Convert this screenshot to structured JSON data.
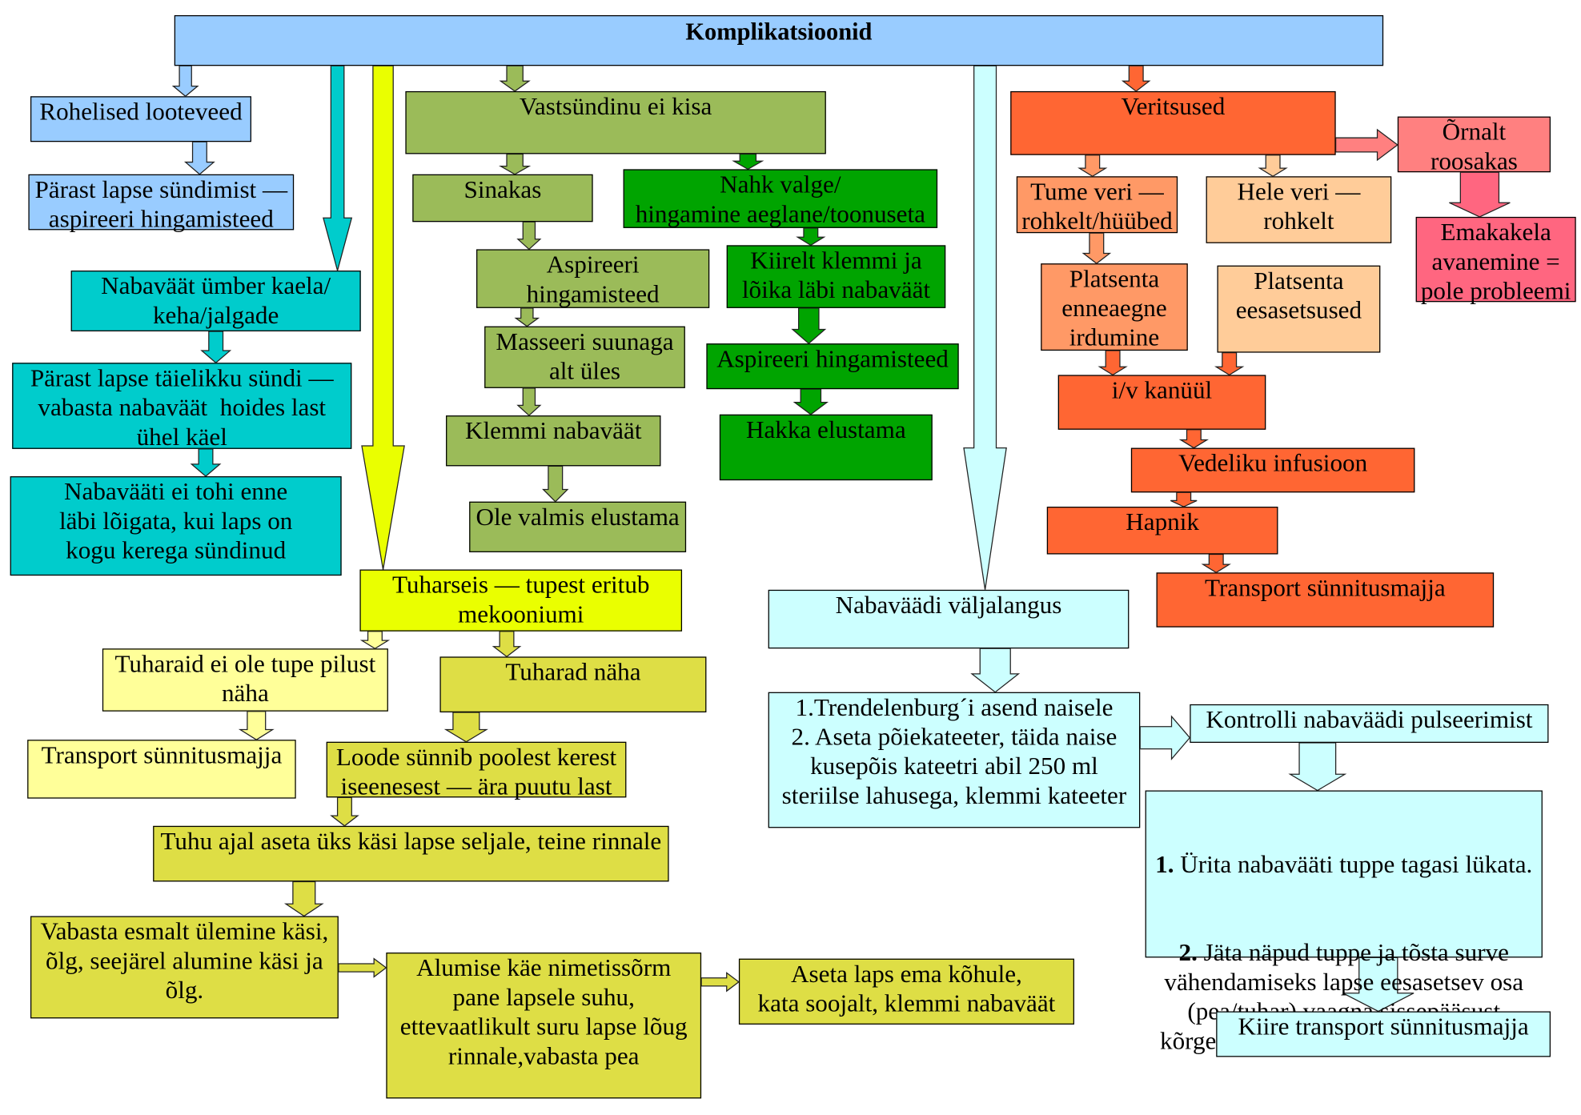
{
  "root": "Komplikatsioonid",
  "colors": {
    "blue": "#99ccff",
    "teal": "#00cccc",
    "yellow": "#eaff00",
    "light_yellow": "#ffff99",
    "olive": "#dede45",
    "light_green": "#9bbb59",
    "green": "#00a400",
    "light_cyan": "#ccffff",
    "red_orange": "#ff6633",
    "salmon": "#ff9966",
    "peach": "#ffcc99",
    "pink": "#ff8080",
    "rose": "#ff6680"
  },
  "green_amniotic_fluid": {
    "label": "Rohelised looteveed",
    "step": "Pärast lapse sündimist —\naspireeri hingamisteed"
  },
  "cord_entanglement": {
    "label": "Nabaväät ümber kaela/\nkeha/jalgade",
    "steps": [
      "Pärast lapse täielikku sündi —\nvabasta nabaväät  hoides last\nühel käel",
      "Nabavääti ei tohi enne\nläbi lõigata, kui laps on\nkogu kerega sündinud"
    ]
  },
  "newborn_not_crying": {
    "label": "Vastsündinu ei kisa",
    "cyanotic": {
      "label": "Sinakas",
      "steps": [
        "Aspireeri\nhingamisteed",
        "Masseeri suunaga\nalt üles",
        "Klemmi nabaväät",
        "Ole valmis elustama"
      ]
    },
    "pale": {
      "label": "Nahk valge/\nhingamine aeglane/toonuseta",
      "steps": [
        "Kiirelt klemmi ja\nlõika läbi nabaväät",
        "Aspireeri hingamisteed",
        "Hakka elustama"
      ]
    }
  },
  "breech": {
    "label": "Tuharseis — tupest eritub\nmekooniumi",
    "not_visible": {
      "label": "Tuharaid ei ole tupe pilust\nnäha",
      "step": "Transport sünnitusmajja"
    },
    "visible": {
      "label": "Tuharad näha",
      "steps": [
        "Loode sünnib poolest kerest\niseenesest — ära puutu last",
        "Tuhu ajal aseta üks käsi lapse seljale, teine rinnale",
        "Vabasta esmalt ülemine käsi,\nõlg, seejärel alumine käsi ja\nõlg.",
        "Alumise käe nimetissõrm\npane lapsele suhu,\nettevaatlikult suru lapse lõug\nrinnale,vabasta pea",
        "Aseta laps ema kõhule,\nkata soojalt, klemmi nabaväät"
      ]
    }
  },
  "cord_prolapse": {
    "label": "Nabaväädi väljalangus",
    "first_aid": "1.Trendelenburg´i asend naisele\n2. Aseta põiekateeter, täida naise\nkusepõis kateetri abil 250 ml\nsteriilse lahusega, klemmi kateeter",
    "check": "Kontrolli nabaväädi pulseerimist",
    "actions": [
      {
        "num": "1.",
        "text": " Ürita nabavääti tuppe tagasi lükata."
      },
      {
        "num": "2.",
        "text": " Jäta näpud tuppe ja tõsta surve\nvähendamiseks lapse eesasetsev osa\n(pea/tuhar) vaagna sissepääsust\nkõrgemale ja hoia nii sünnitusmajani"
      }
    ],
    "transport": "Kiire transport sünnitusmajja"
  },
  "bleeding": {
    "label": "Veritsused",
    "dark_blood": {
      "label": "Tume veri —\nrohkelt/hüübed",
      "diagnosis": "Platsenta\nenneaegne\nirdumine"
    },
    "bright_blood": {
      "label": "Hele veri —\nrohkelt",
      "diagnosis": "Platsenta\neesasetsused"
    },
    "pinkish": {
      "label": "Õrnalt\nroosakas",
      "step": "Emakakela\navanemine =\npole probleemi"
    },
    "steps": [
      "i/v kanüül",
      "Vedeliku infusioon",
      "Hapnik",
      "Transport sünnitusmajja"
    ]
  }
}
